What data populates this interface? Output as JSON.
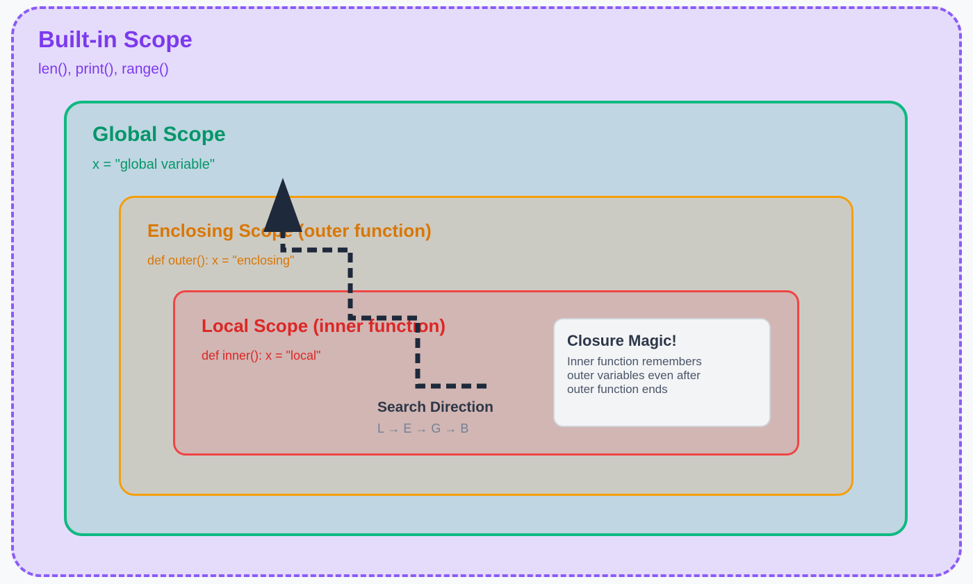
{
  "builtin": {
    "title": "Built-in Scope",
    "code": "len(), print(), range()"
  },
  "global": {
    "title": "Global Scope",
    "code": "x = \"global variable\""
  },
  "enclosing": {
    "title": "Enclosing Scope (outer function)",
    "code": "def outer(): x = \"enclosing\""
  },
  "local": {
    "title": "Local Scope (inner function)",
    "code": "def inner(): x = \"local\""
  },
  "search": {
    "label": "Search Direction",
    "sequence": "L → E → G → B"
  },
  "closure": {
    "title": "Closure Magic!",
    "text": "Inner function remembers outer variables even after outer function ends"
  },
  "colors": {
    "builtin": "#8b5cf6",
    "global": "#10b981",
    "enclosing": "#f59e0b",
    "local": "#ef4444",
    "arrow": "#1e293b"
  },
  "icons": {
    "search_path": "dashed-arrow-up-icon"
  }
}
